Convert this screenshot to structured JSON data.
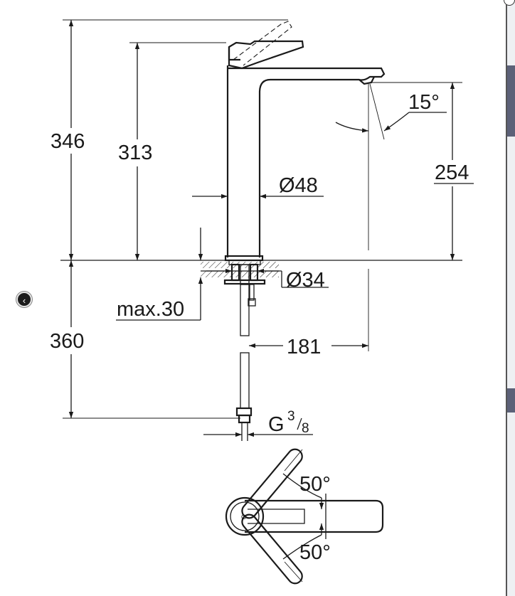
{
  "dimensions": {
    "total_height": "346",
    "lever_height": "313",
    "spout_height": "254",
    "spout_angle": "15°",
    "body_diameter": "Ø48",
    "hole_diameter": "Ø34",
    "max_thickness": "max.30",
    "hose_length": "360",
    "spout_reach": "181",
    "thread_main": "G",
    "thread_num": "3",
    "thread_den": "8",
    "lever_angle_top": "50°",
    "lever_angle_bottom": "50°"
  },
  "icons": {
    "nav": "chevron-left-icon"
  },
  "colors": {
    "line": "#1a1a1a",
    "strip": "#5c6178"
  }
}
